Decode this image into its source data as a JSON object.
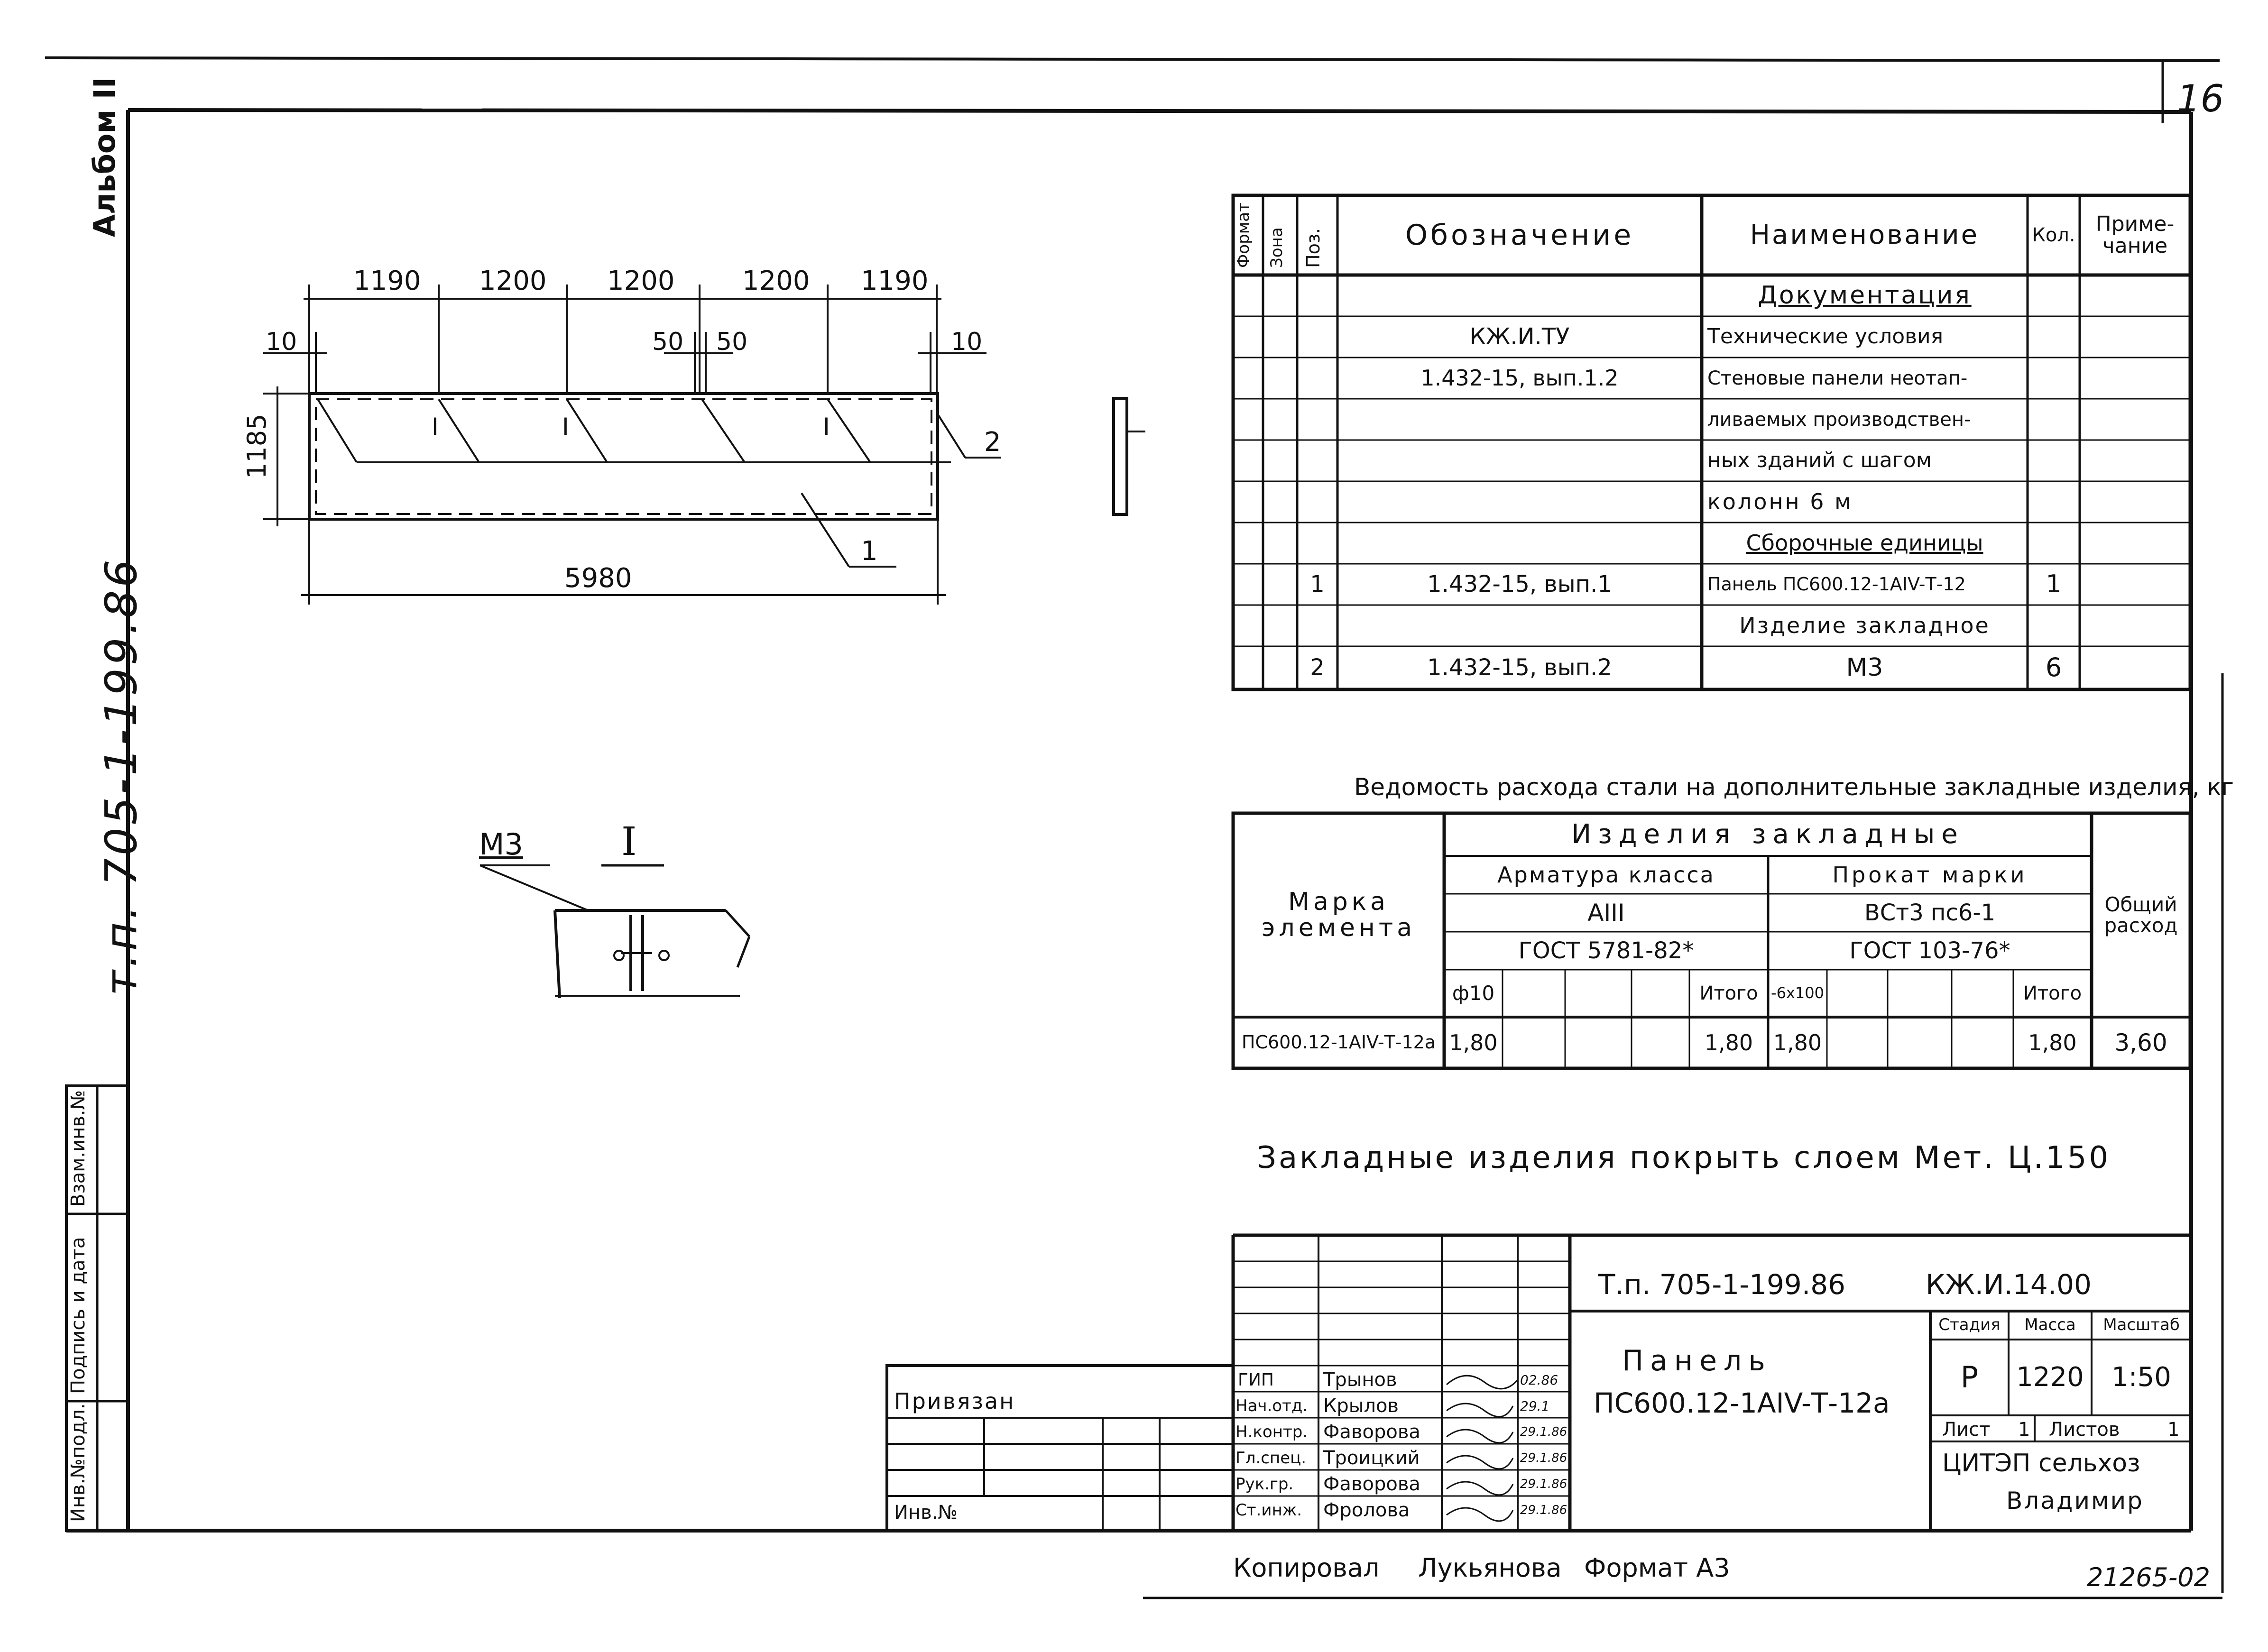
{
  "page_number": "16",
  "album": "Альбом II",
  "doc_code_vertical": "т.п. 705-1-199.86",
  "left_stamp": [
    "Инв.№подл.",
    "Подпись и дата",
    "Взам.инв.№"
  ],
  "drawing": {
    "dims_top": [
      "1190",
      "1200",
      "1200",
      "1200",
      "1190"
    ],
    "dim_left_10": "10",
    "dim_right_10": "10",
    "dim_50a": "50",
    "dim_50b": "50",
    "dim_height": "1185",
    "dim_length": "5980",
    "marks_1": [
      "I",
      "I",
      "I"
    ],
    "callout_1": "1",
    "callout_2": "2"
  },
  "detail": {
    "label_m3": "М3",
    "label_roman": "I"
  },
  "spec": {
    "headers": {
      "format": "Формат",
      "zone": "Зона",
      "pos": "Поз.",
      "designation": "Обозначение",
      "name": "Наименование",
      "qty": "Кол.",
      "note": "Приме-\nчание"
    },
    "rows": [
      {
        "pos": "",
        "designation": "",
        "name": "Документация",
        "qty": ""
      },
      {
        "pos": "",
        "designation": "КЖ.И.ТУ",
        "name": "Технические условия",
        "qty": ""
      },
      {
        "pos": "",
        "designation": "1.432-15, вып.1.2",
        "name": "Стеновые панели неотап-",
        "qty": ""
      },
      {
        "pos": "",
        "designation": "",
        "name": "ливаемых производствен-",
        "qty": ""
      },
      {
        "pos": "",
        "designation": "",
        "name": "ных зданий с шагом",
        "qty": ""
      },
      {
        "pos": "",
        "designation": "",
        "name": "колонн   6 м",
        "qty": ""
      },
      {
        "pos": "",
        "designation": "",
        "name": "Сборочные единицы",
        "qty": ""
      },
      {
        "pos": "1",
        "designation": "1.432-15,  вып.1",
        "name": "Панель ПС600.12-1АIV-Т-12",
        "qty": "1"
      },
      {
        "pos": "",
        "designation": "",
        "name": "Изделие закладное",
        "qty": ""
      },
      {
        "pos": "2",
        "designation": "1.432-15, вып.2",
        "name": "М3",
        "qty": "6"
      }
    ]
  },
  "steel": {
    "title": "Ведомость расхода стали на дополнительные закладные изделия, кг",
    "mark_header": "Марка\nэлемента",
    "group_header": "Изделия  закладные",
    "rebar_class": "Арматура класса",
    "rebar_grade": "АIII",
    "rebar_gost": "ГОСТ  5781-82*",
    "rolled": "Прокат  марки",
    "rolled_grade": "ВСт3 пс6-1",
    "rolled_gost": "ГОСТ 103-76*",
    "total_header": "Общий\nрасход",
    "sub_rebar": [
      "ф10",
      "",
      "",
      "",
      "Итого"
    ],
    "sub_rolled": [
      "-6х100",
      "",
      "",
      "",
      "Итого"
    ],
    "row": {
      "mark": "ПС600.12-1АIV-Т-12а",
      "rebar": [
        "1,80",
        "",
        "",
        "",
        "1,80"
      ],
      "rolled": [
        "1,80",
        "",
        "",
        "",
        "1,80"
      ],
      "total": "3,60"
    }
  },
  "note": "Закладные изделия покрыть слоем Мет. Ц.150",
  "title_block": {
    "doc": "Т.п. 705-1-199.86",
    "sheet_code": "КЖ.И.14.00",
    "title_line1": "Панель",
    "title_line2": "ПС600.12-1АIV-Т-12а",
    "stage_h": "Стадия",
    "mass_h": "Масса",
    "scale_h": "Масштаб",
    "stage": "Р",
    "mass": "1220",
    "scale": "1:50",
    "sheet": "Лист",
    "sheet_no": "1",
    "sheets": "Листов",
    "sheets_no": "1",
    "org1": "ЦИТЭП сельхоз",
    "org2": "Владимир",
    "privyazan": "Привязан",
    "inv_no": "Инв.№",
    "signers": [
      {
        "role": "ГИП",
        "name": "Трынов",
        "date": "02.86"
      },
      {
        "role": "Нач.отд.",
        "name": "Крылов",
        "date": "29.1"
      },
      {
        "role": "Н.контр.",
        "name": "Фаворова",
        "date": "29.1.86"
      },
      {
        "role": "Гл.спец.",
        "name": "Троицкий",
        "date": "29.1.86"
      },
      {
        "role": "Рук.гр.",
        "name": "Фаворова",
        "date": "29.1.86"
      },
      {
        "role": "Ст.инж.",
        "name": "Фролова",
        "date": "29.1.86"
      }
    ]
  },
  "footer": {
    "copied": "Копировал",
    "copier": "Лукьянова",
    "format": "Формат А3",
    "number": "21265-02"
  }
}
